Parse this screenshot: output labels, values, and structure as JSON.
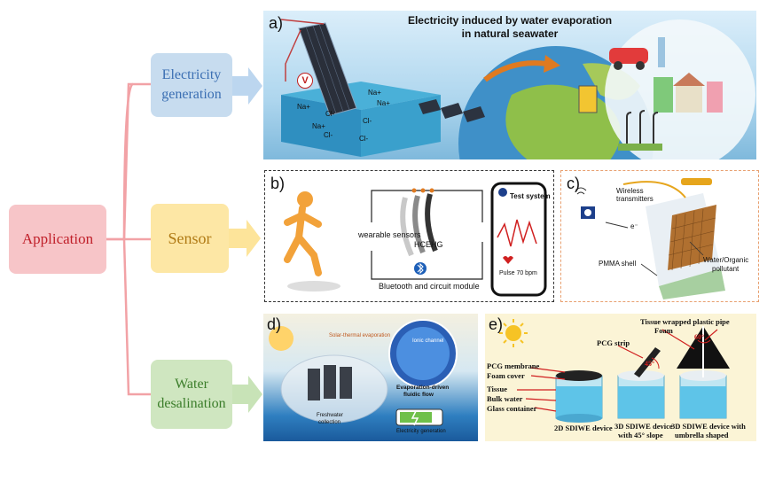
{
  "tree": {
    "root": "Application",
    "branches": [
      {
        "label": "Electricity generation",
        "line1": "Electricity",
        "line2": "generation"
      },
      {
        "label": "Sensor"
      },
      {
        "label": "Water desalination",
        "line1": "Water",
        "line2": "desalination"
      }
    ]
  },
  "colors": {
    "root_fill": "#f7c5c8",
    "root_text": "#c0202a",
    "elec_fill": "#c7dcef",
    "elec_text": "#3b6fb3",
    "sensor_fill": "#fde7a5",
    "sensor_text": "#b07a14",
    "water_fill": "#cfe6c0",
    "water_text": "#3b7d2a",
    "connector": "#f2a2a6",
    "arrow_blue": "#bcd6ef",
    "arrow_yellow": "#fde49a",
    "arrow_green": "#c8e3b7"
  },
  "panels": {
    "a": {
      "letter": "a)",
      "title_line1": "Electricity induced by water evaporation",
      "title_line2": "in natural seawater",
      "ions": [
        "Na+",
        "Na+",
        "Na+",
        "Cl-",
        "Cl-",
        "Cl-",
        "Cl-",
        "Na+"
      ],
      "voltmeter": "V"
    },
    "b": {
      "letter": "b)",
      "wearable": "wearable sensors",
      "hcehg": "HCEHG",
      "bluetooth": "Bluetooth and circuit module",
      "test_system": "Test system",
      "pulse": "Pulse 70 bpm"
    },
    "c": {
      "letter": "c)",
      "wireless_line1": "Wireless",
      "wireless_line2": "transmitters",
      "electron": "e⁻",
      "pmma": "PMMA shell",
      "water_line1": "Water/Organic",
      "water_line2": "pollutant"
    },
    "d": {
      "letter": "d)",
      "solar": "Solar-thermal evaporation",
      "ionic": "Ionic channel",
      "flow_line1": "Evaporation-driven",
      "flow_line2": "fluidic flow",
      "fresh_line1": "Freshwater",
      "fresh_line2": "collection",
      "elec_gen": "Electricity generation"
    },
    "e": {
      "letter": "e)",
      "tissue_pipe": "Tissue wrapped plastic pipe",
      "foam": "Foam",
      "pcg_strip": "PCG strip",
      "pcg_membrane": "PCG membrane",
      "foam_cover": "Foam cover",
      "tissue": "Tissue",
      "bulk_water": "Bulk water",
      "glass": "Glass container",
      "angle45": "45°",
      "angle60": "60°",
      "dev1": "2D SDIWE device",
      "dev2_line1": "3D SDIWE device",
      "dev2_line2": "with 45° slope",
      "dev3_line1": "3D SDIWE device with",
      "dev3_line2": "umbrella shaped"
    }
  }
}
